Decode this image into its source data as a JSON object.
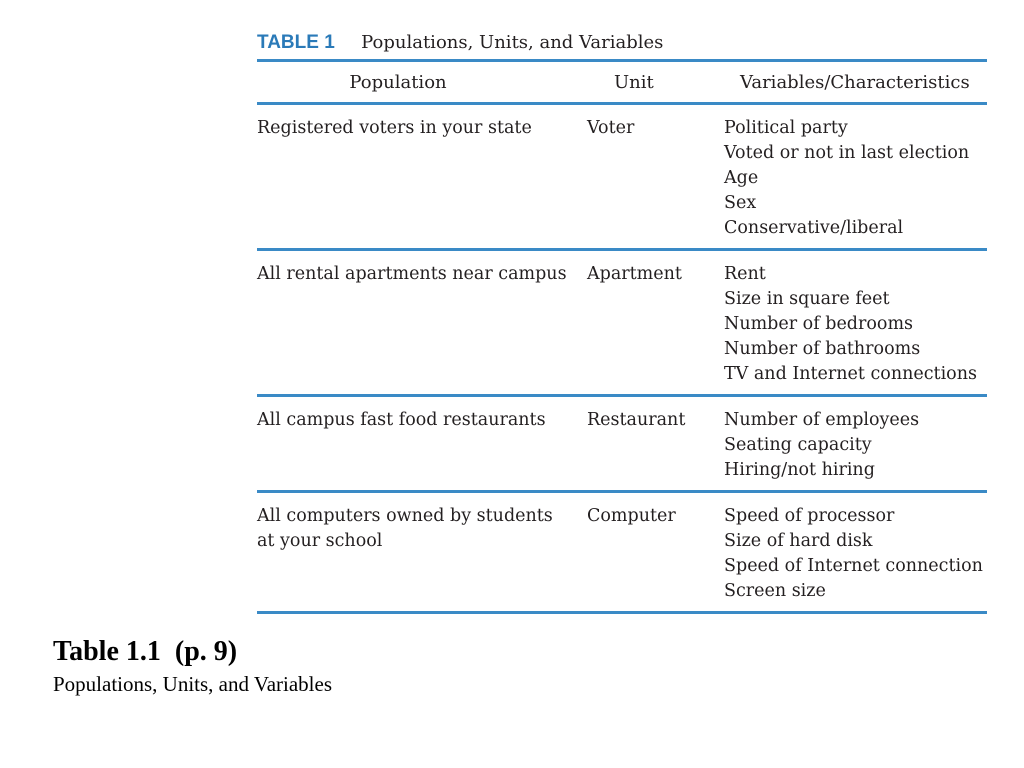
{
  "table": {
    "number_label": "TABLE 1",
    "caption": "Populations, Units, and Variables",
    "headers": {
      "population": "Population",
      "unit": "Unit",
      "variables": "Variables/Characteristics"
    },
    "rows": [
      {
        "population": "Registered voters in your state",
        "unit": "Voter",
        "variables": [
          "Political party",
          "Voted or not in last election",
          "Age",
          "Sex",
          "Conservative/liberal"
        ]
      },
      {
        "population": "All rental apartments near campus",
        "unit": "Apartment",
        "variables": [
          "Rent",
          "Size in square feet",
          "Number of bedrooms",
          "Number of bathrooms",
          "TV and Internet connections"
        ]
      },
      {
        "population": "All campus fast food restaurants",
        "unit": "Restaurant",
        "variables": [
          "Number of employees",
          "Seating capacity",
          "Hiring/not hiring"
        ]
      },
      {
        "population": "All computers owned by students at your school",
        "unit": "Computer",
        "variables": [
          "Speed of processor",
          "Size of hard disk",
          "Speed of Internet connection",
          "Screen size"
        ]
      }
    ]
  },
  "slide": {
    "title": "Table 1.1  (p. 9)",
    "subtitle": "Populations, Units, and Variables"
  },
  "colors": {
    "accent": "#3a8ac6",
    "table_number": "#2a7ab8",
    "text": "#231f20"
  }
}
